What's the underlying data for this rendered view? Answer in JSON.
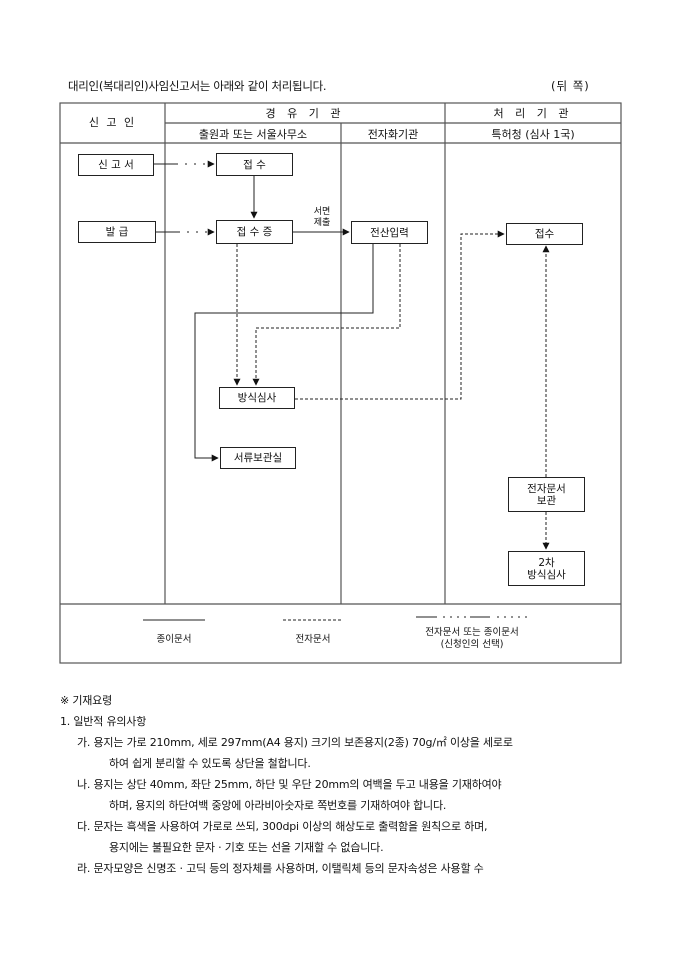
{
  "header": {
    "intro": "대리인(복대리인)사임신고서는 아래와 같이 처리됩니다.",
    "side_label": "(뒤 쪽)"
  },
  "table": {
    "col_reporter": "신 고 인",
    "group_via": "경 유 기 관",
    "group_processing": "처 리 기 관",
    "sub_application": "출원과 또는 서울사무소",
    "sub_digitize": "전자화기관",
    "sub_kipo": "특허청 (심사 1국)"
  },
  "flow": {
    "boxes": {
      "report_doc": "신 고 서",
      "issue": "발      급",
      "receipt": "접       수",
      "receipt_cert": "접 수 증",
      "data_entry": "전산입력",
      "format_review": "방식심사",
      "archive_room": "서류보관실",
      "kipo_receipt": "접수",
      "e_doc_storage": "전자문서\n보관",
      "second_review": "2차\n방식심사"
    },
    "edge_label_written_submission": "서면\n제출"
  },
  "legend": {
    "paper": "종이문서",
    "electronic": "전자문서",
    "either": "전자문서 또는 종이문서\n(신청인의 선택)"
  },
  "notes": {
    "title": "※ 기재요령",
    "section1": "1. 일반적 유의사항",
    "items": [
      {
        "line1": "가. 용지는 가로 210mm, 세로 297mm(A4 용지) 크기의 보존용지(2종) 70g/㎡ 이상을 세로로",
        "line2": "하여 쉽게 분리할 수 있도록 상단을 철합니다."
      },
      {
        "line1": "나. 용지는 상단 40mm, 좌단 25mm, 하단 및 우단 20mm의 여백을 두고 내용을 기재하여야",
        "line2": "하며, 용지의 하단여백 중앙에 아라비아숫자로 쪽번호를 기재하여야 합니다."
      },
      {
        "line1": "다. 문자는 흑색을 사용하여 가로로 쓰되, 300dpi 이상의 해상도로 출력함을 원칙으로 하며,",
        "line2": "용지에는 불필요한 문자ㆍ기호 또는 선을 기재할 수 없습니다."
      },
      {
        "line1": "라. 문자모양은 신명조ㆍ고딕 등의 정자체를 사용하며, 이탤릭체 등의 문자속성은 사용할 수"
      }
    ]
  },
  "colors": {
    "line": "#222222",
    "grid": "#666666"
  }
}
